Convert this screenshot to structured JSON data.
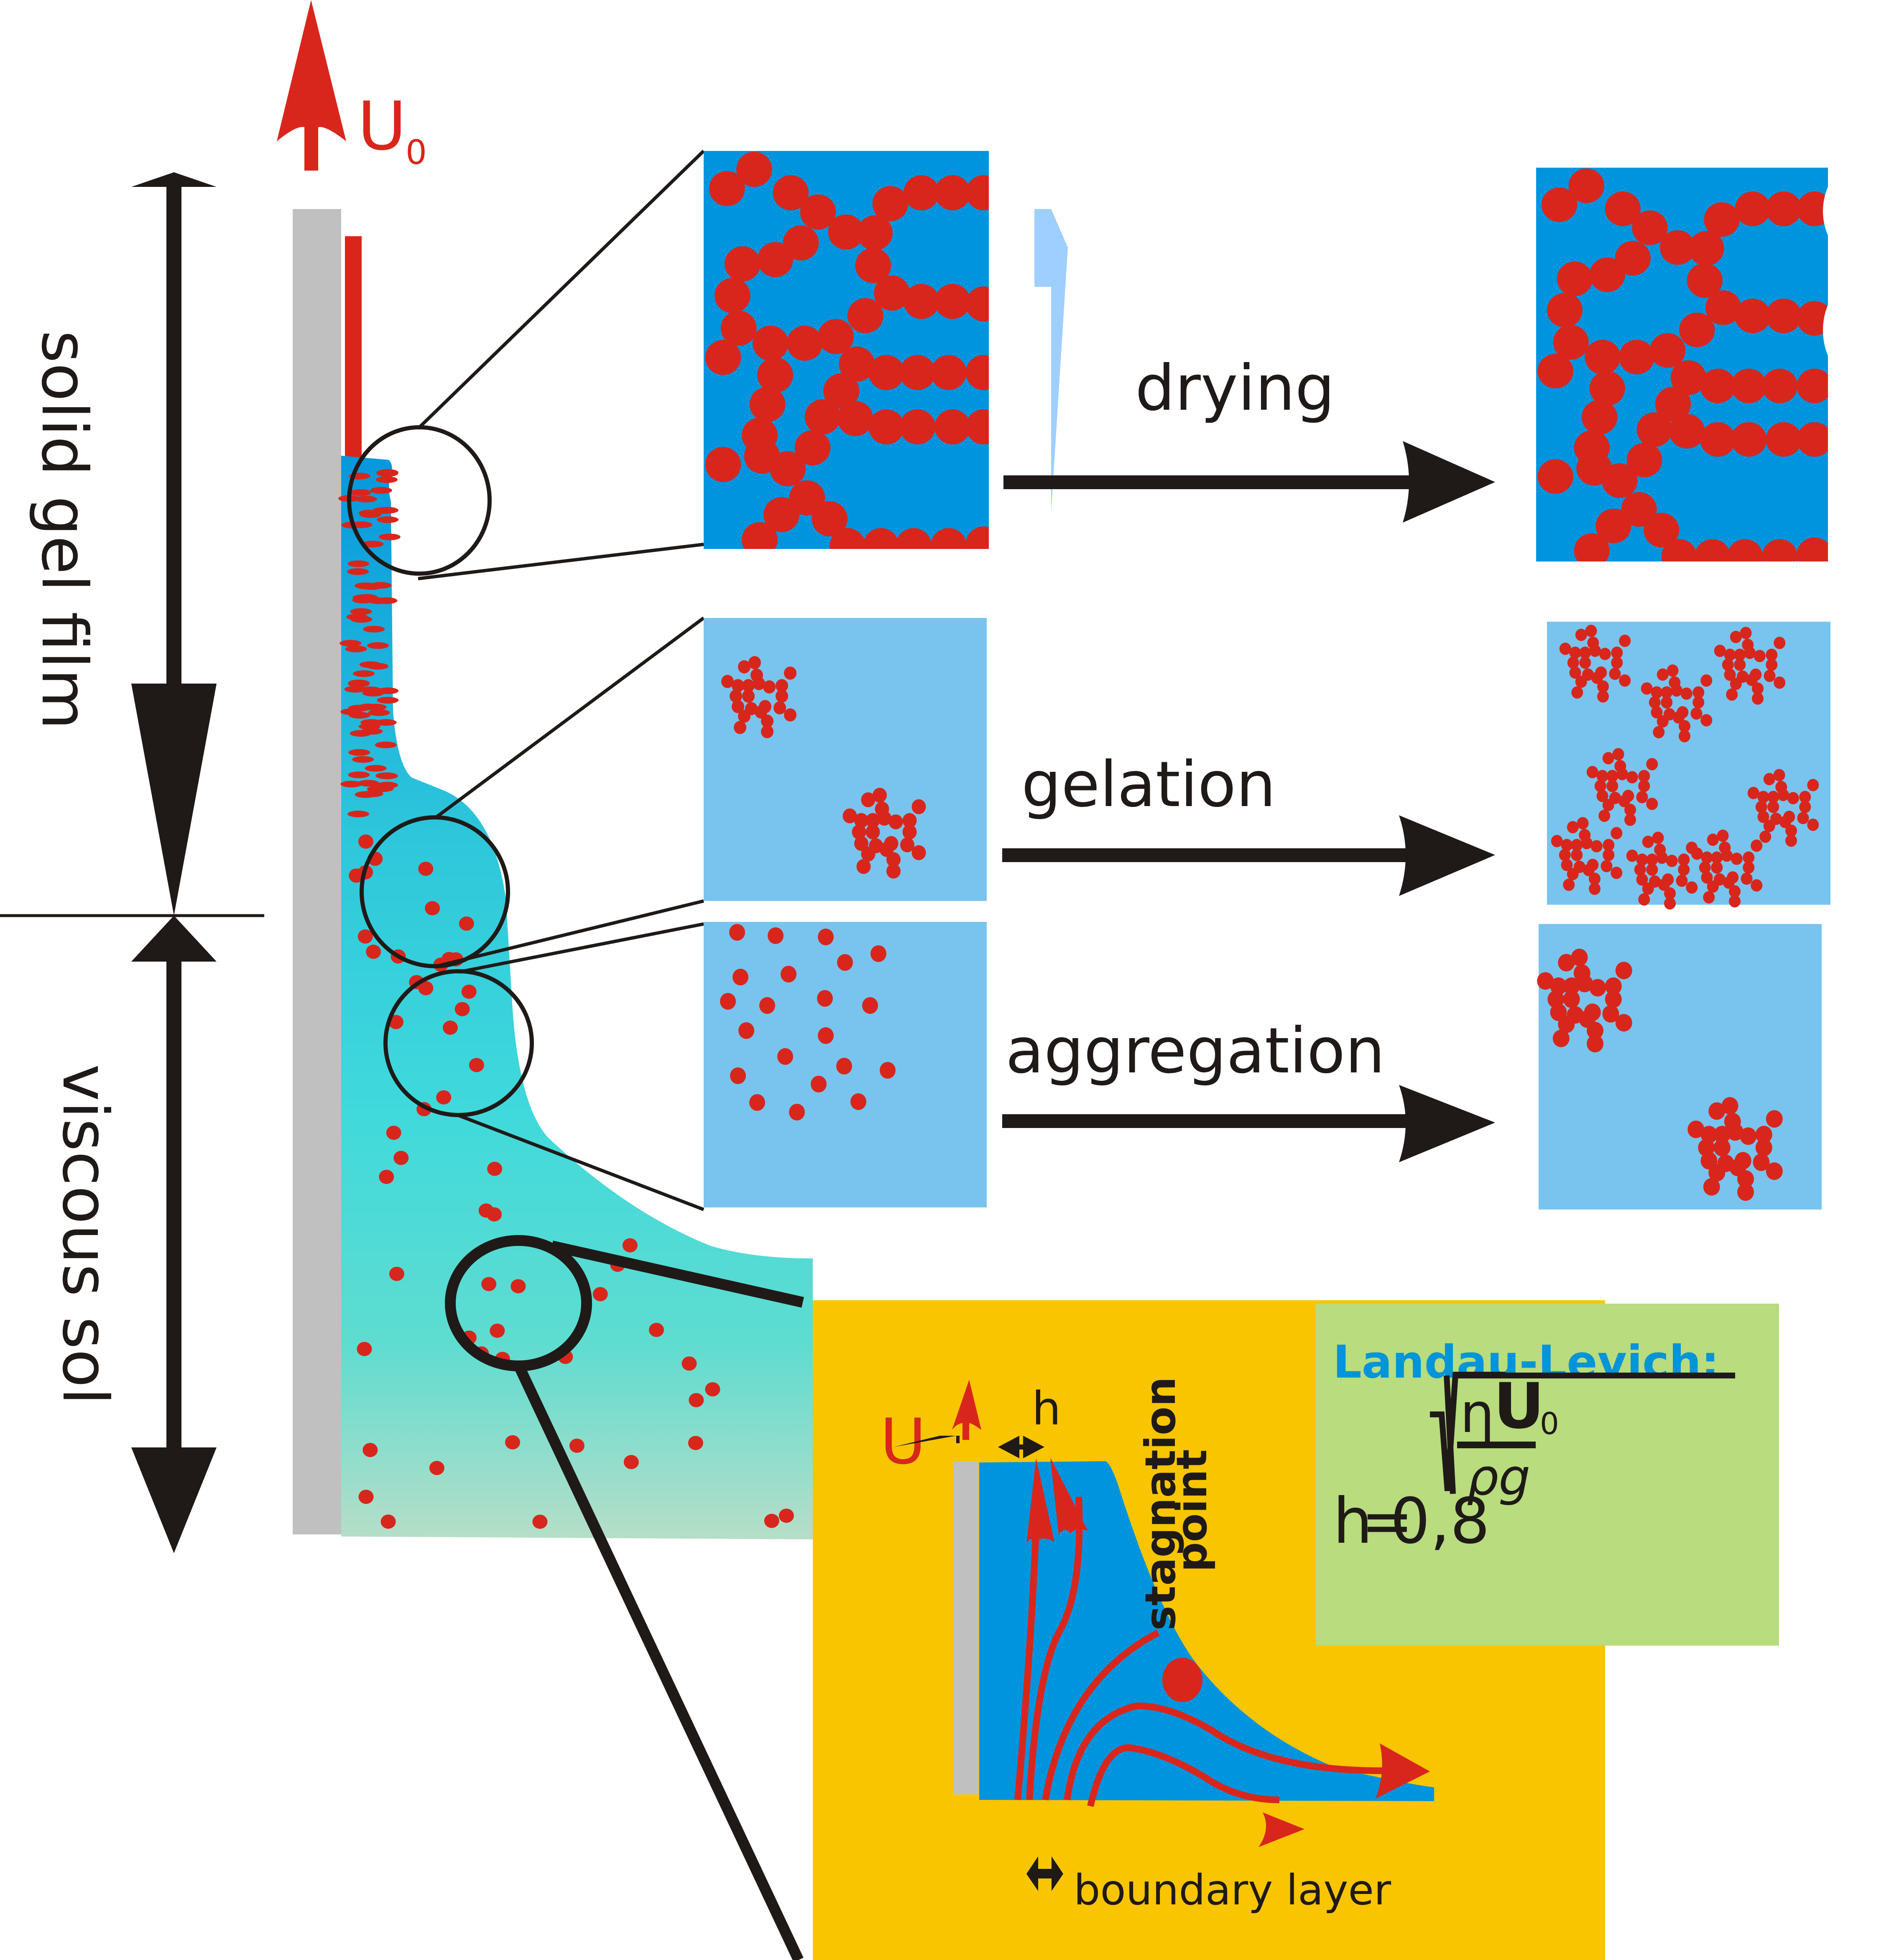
{
  "colors": {
    "particle_red": "#d9261c",
    "substrate_gray": "#c0c0c0",
    "gel_blue": "#0094de",
    "sol_light_blue": "#78c4ee",
    "transition_arrow_blue": "#9ecfff",
    "film_top_cyan": "#0797dc",
    "film_mid_cyan": "#3fd9dc",
    "film_bottom_green": "#b6dec8",
    "inset_yellow": "#f8c500",
    "formula_green": "#b8dc7e",
    "ink_black": "#1f1a17"
  },
  "withdrawal": {
    "velocity_label": "U",
    "velocity_subscript": "0"
  },
  "regions": {
    "upper_label": "solid gel film",
    "lower_label": "viscous sol"
  },
  "processes": [
    {
      "id": "drying",
      "label": "drying",
      "before": "compact gel network",
      "after": "dried network with pores"
    },
    {
      "id": "gelation",
      "label": "gelation",
      "before": "two small clusters",
      "after": "connected cluster network"
    },
    {
      "id": "aggregation",
      "label": "aggregation",
      "before": "dispersed particles",
      "after": "two clusters"
    }
  ],
  "inset": {
    "velocity_label": "U",
    "thickness_label": "h",
    "stagnation_label_line1": "stagnation",
    "stagnation_label_line2": "point",
    "boundary_layer_label": "boundary layer"
  },
  "formula": {
    "title": "Landau-Levich:",
    "lhs": "h",
    "equals": "=",
    "coefficient": "0,8",
    "numerator_eta": "η",
    "numerator_U": "U",
    "numerator_sub": "0",
    "denominator": "ρg"
  }
}
